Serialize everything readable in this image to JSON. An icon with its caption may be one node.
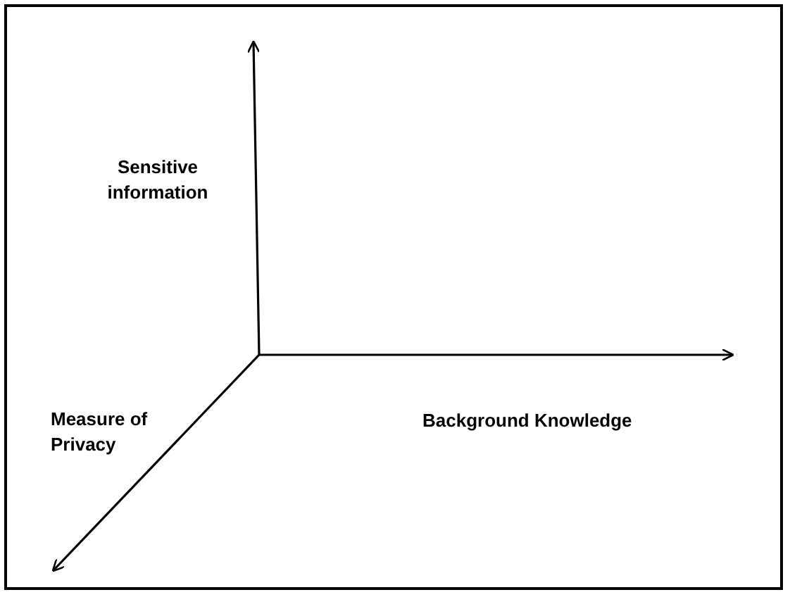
{
  "diagram": {
    "labels": [
      "Sensitive information",
      "Measure of Privacy",
      "Background Knowledge"
    ]
  }
}
